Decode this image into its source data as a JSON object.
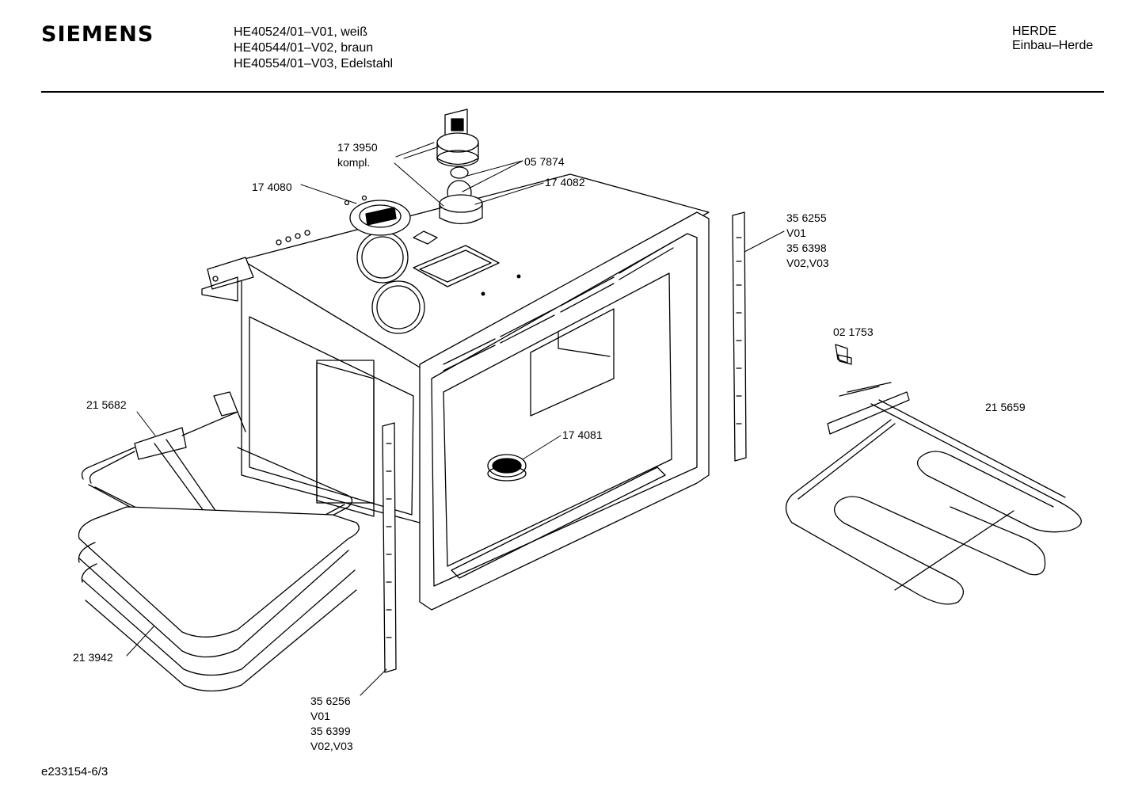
{
  "header": {
    "brand": "SIEMENS",
    "models": [
      "HE40524/01–V01, weiß",
      "HE40544/01–V02, braun",
      "HE40554/01–V03, Edelstahl"
    ],
    "category": [
      "HERDE",
      "Einbau–Herde"
    ]
  },
  "labels": {
    "p173950": [
      "17 3950",
      "kompl."
    ],
    "p057874": "05 7874",
    "p174082": "17 4082",
    "p174080": "17 4080",
    "p356255": [
      "35 6255",
      "V01",
      "35 6398",
      "V02,V03"
    ],
    "p021753": "02 1753",
    "p215682": "21 5682",
    "p215659": "21 5659",
    "p174081": "17 4081",
    "p213942": "21 3942",
    "p356256": [
      "35 6256",
      "V01",
      "35 6399",
      "V02,V03"
    ]
  },
  "footer": {
    "code": "e233154-6/3"
  }
}
